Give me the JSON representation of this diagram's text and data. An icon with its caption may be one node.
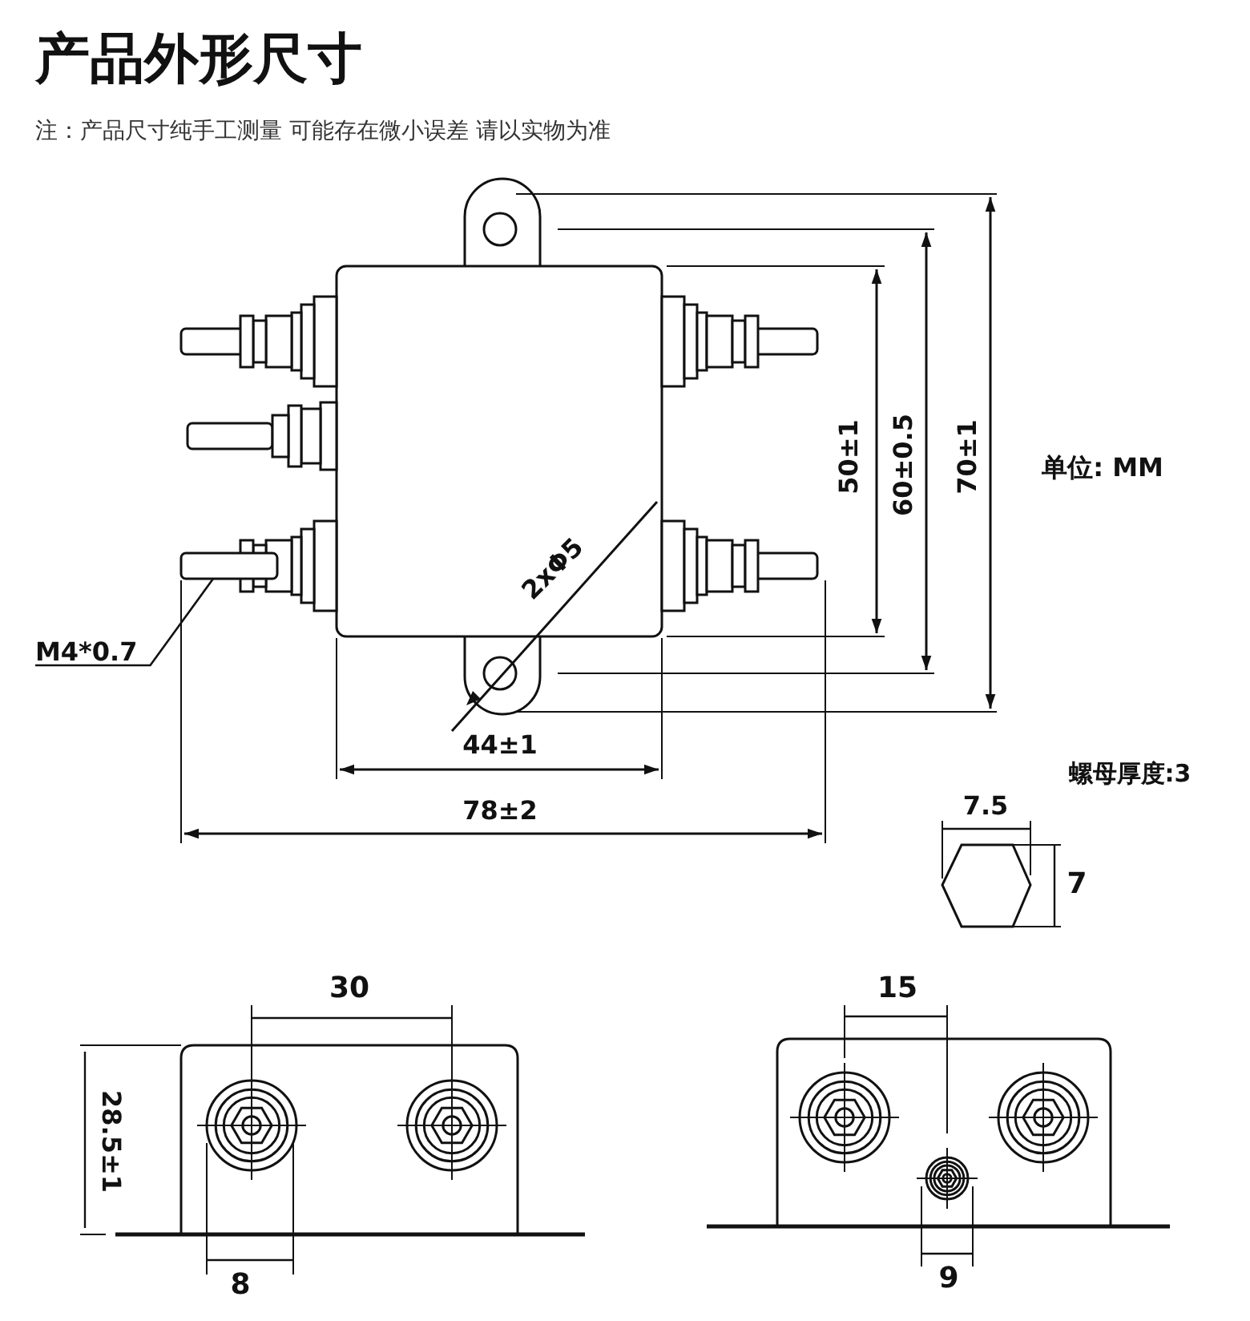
{
  "diagram": {
    "title": "产品外形尺寸",
    "nodes": [
      {
        "text": [
          "M4*0.7"
        ]
      },
      {
        "text": [],
        "shape": "bar"
      }
    ],
    "edges": [
      {
        "from": 0,
        "to": 1,
        "arrow": "none"
      }
    ],
    "labels": [
      "注：产品尺寸纯手工测量 可能存在微小误差 请以实物为准",
      "50±1",
      "60±0.5",
      "70±1",
      "单位: MM",
      "2xΦ5",
      "44±1",
      "78±2",
      "螺母厚度:3",
      "7.5",
      "7",
      "30",
      "15",
      "28.5±1",
      "8",
      "9"
    ]
  }
}
